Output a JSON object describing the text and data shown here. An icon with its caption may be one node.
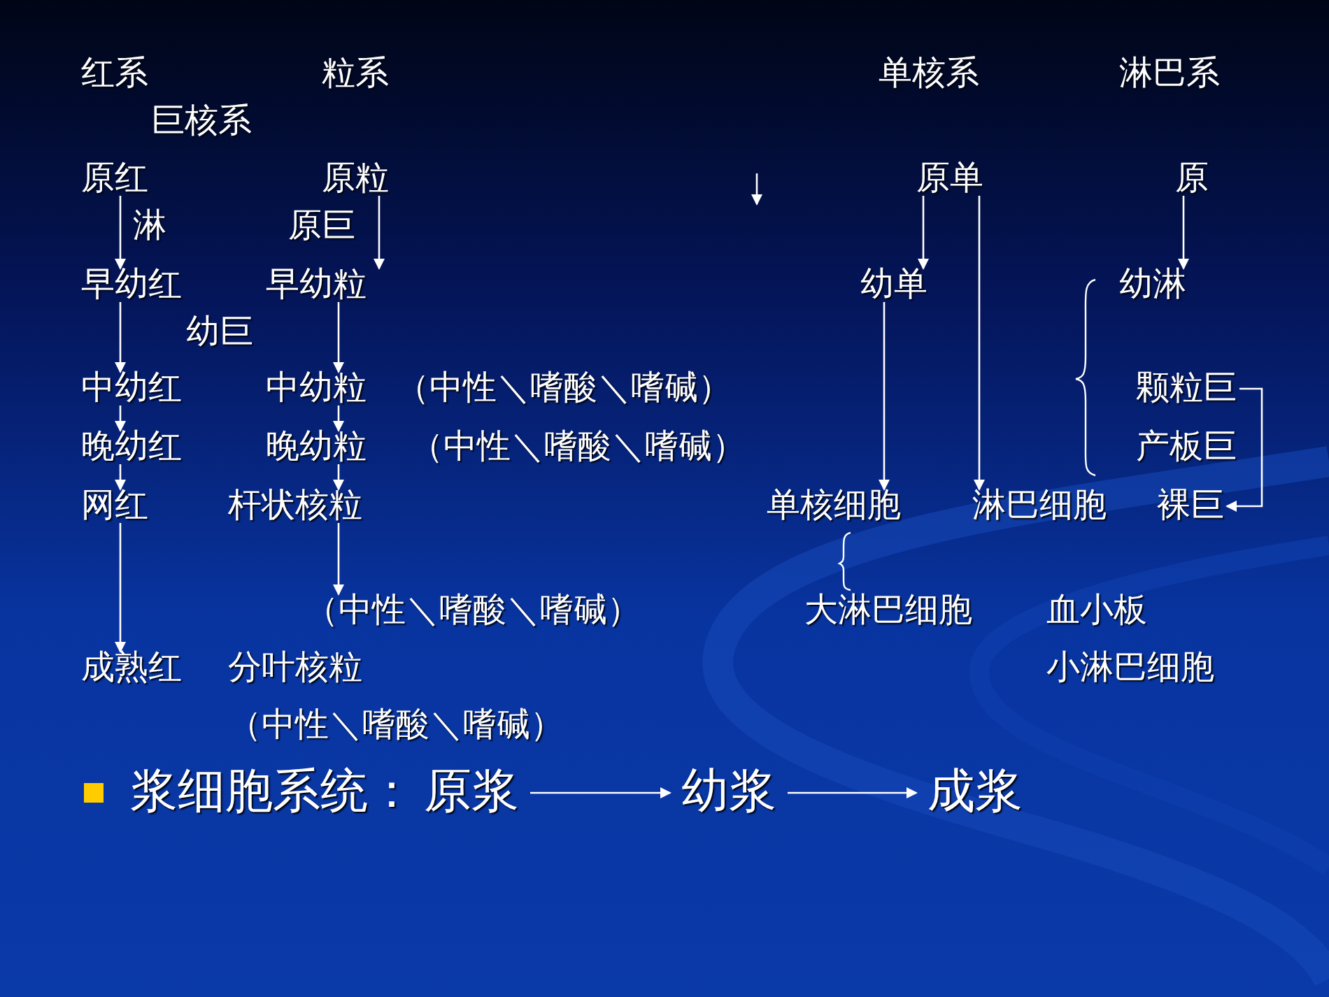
{
  "diagram": {
    "nodes": [
      {
        "text": [
          "原红"
        ]
      },
      {
        "text": [
          "早幼红"
        ]
      },
      {
        "text": [
          "中幼红"
        ]
      },
      {
        "text": [
          "晚幼红"
        ]
      },
      {
        "text": [
          "网红"
        ]
      },
      {
        "text": [
          "成熟红"
        ]
      },
      {
        "text": [
          "原粒"
        ]
      },
      {
        "text": [
          "早幼粒"
        ]
      },
      {
        "text": [
          "中幼粒"
        ]
      },
      {
        "text": [
          "晚幼粒"
        ]
      },
      {
        "text": [
          "杆状核粒"
        ]
      },
      {
        "text": [
          "（中性＼嗜酸＼嗜碱）"
        ]
      },
      {
        "text": [
          "分叶核粒"
        ]
      },
      {
        "text": [
          "原单"
        ]
      },
      {
        "text": [
          "幼单"
        ]
      },
      {
        "text": [
          "单核细胞"
        ]
      },
      {
        "text": [
          "原"
        ]
      },
      {
        "text": [
          "幼淋"
        ]
      },
      {
        "text": [
          "淋巴细胞"
        ]
      },
      {
        "text": [
          "颗粒巨"
        ]
      },
      {
        "text": [
          "产板巨"
        ]
      },
      {
        "text": [
          "裸巨"
        ]
      },
      {
        "text": [
          "原浆"
        ]
      },
      {
        "text": [
          "幼浆"
        ]
      },
      {
        "text": [
          "成浆"
        ]
      }
    ],
    "edges": [
      {
        "from": 0,
        "to": 1,
        "arrow": "to"
      },
      {
        "from": 1,
        "to": 2,
        "arrow": "to"
      },
      {
        "from": 2,
        "to": 3,
        "arrow": "to"
      },
      {
        "from": 3,
        "to": 4,
        "arrow": "to"
      },
      {
        "from": 4,
        "to": 5,
        "arrow": "to"
      },
      {
        "from": 6,
        "to": 7,
        "arrow": "to"
      },
      {
        "from": 7,
        "to": 8,
        "arrow": "to"
      },
      {
        "from": 8,
        "to": 9,
        "arrow": "to"
      },
      {
        "from": 9,
        "to": 10,
        "arrow": "to"
      },
      {
        "from": 10,
        "to": 11,
        "arrow": "to"
      },
      {
        "from": 13,
        "to": 14,
        "arrow": "to"
      },
      {
        "from": 14,
        "to": 15,
        "arrow": "to"
      },
      {
        "from": 13,
        "to": 18,
        "arrow": "to"
      },
      {
        "from": 16,
        "to": 17,
        "arrow": "to"
      },
      {
        "from": 19,
        "to": 21,
        "arrow": "to"
      },
      {
        "from": 22,
        "to": 23,
        "arrow": "to"
      },
      {
        "from": 23,
        "to": 24,
        "arrow": "to"
      }
    ],
    "labels": [
      "红系",
      "粒系",
      "单核系",
      "淋巴系",
      "巨核系",
      "淋",
      "原巨",
      "幼巨",
      "（中性＼嗜酸＼嗜碱）",
      "（中性＼嗜酸＼嗜碱）",
      "大淋巴细胞",
      "血小板",
      "小淋巴细胞",
      "（中性＼嗜酸＼嗜碱）",
      "浆细胞系统："
    ]
  }
}
